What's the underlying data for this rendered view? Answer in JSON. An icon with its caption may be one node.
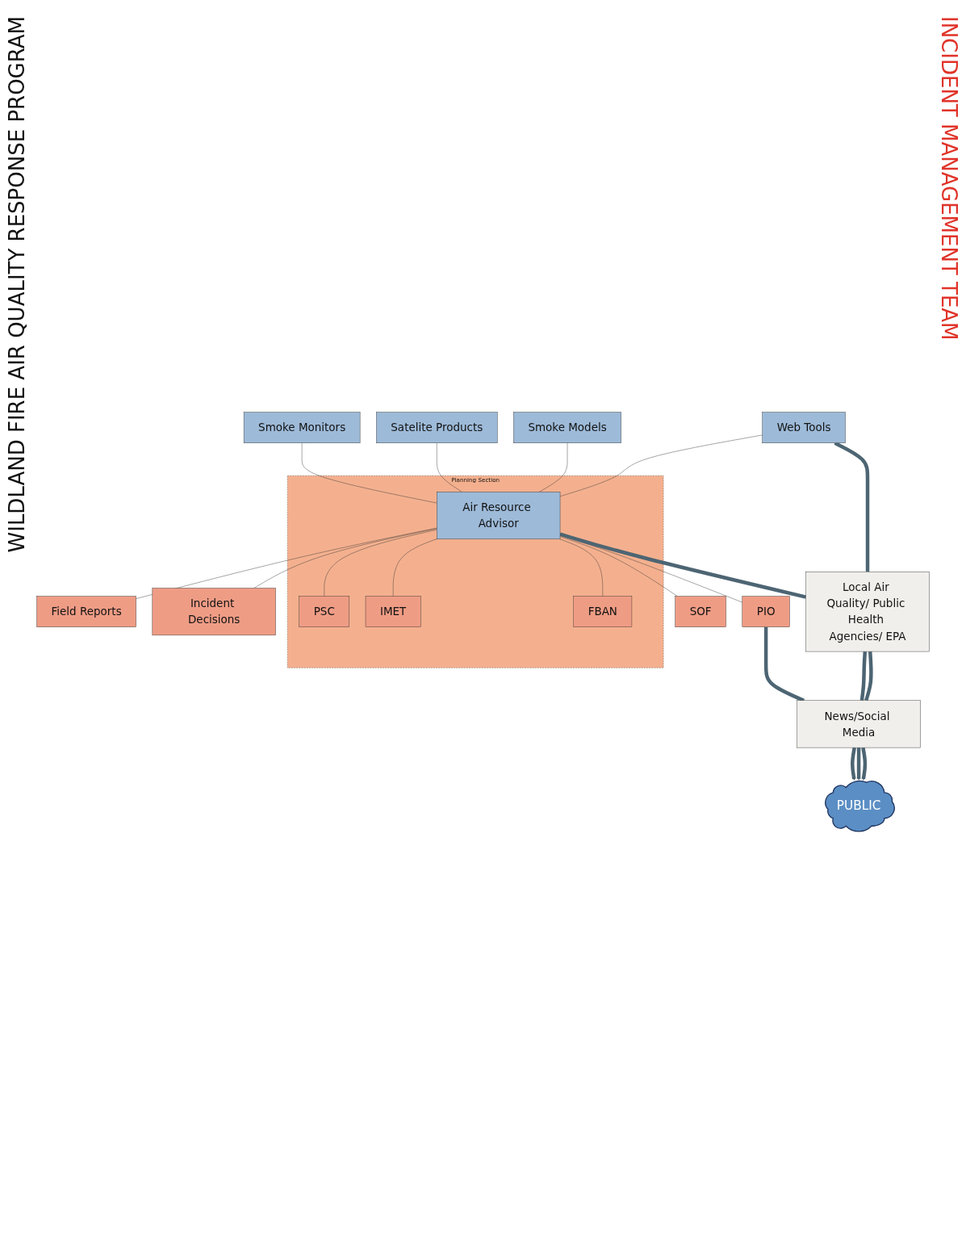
{
  "diagram": {
    "nodes": [
      {
        "text": [
          "Smoke Monitors"
        ]
      },
      {
        "text": [
          "Satelite Products"
        ]
      },
      {
        "text": [
          "Smoke Models"
        ]
      },
      {
        "text": [
          "Web Tools"
        ]
      },
      {
        "text": [
          "Field Reports"
        ]
      },
      {
        "text": [
          "Incident Decisions"
        ]
      },
      {
        "text": [
          "Planning Section"
        ]
      },
      {
        "text": [
          "Air Resource Advisor"
        ],
        "in": 6
      },
      {
        "text": [
          "PSC"
        ],
        "in": 6
      },
      {
        "text": [
          "IMET"
        ],
        "in": 6
      },
      {
        "text": [
          "FBAN"
        ],
        "in": 6
      },
      {
        "text": [
          "SOF"
        ]
      },
      {
        "text": [
          "PIO"
        ]
      },
      {
        "text": [
          "Local Air Quality/ Public Health Agencies/ EPA"
        ]
      },
      {
        "text": [
          "News/Social Media"
        ]
      },
      {
        "text": [
          "PUBLIC"
        ]
      }
    ],
    "edges": [
      {
        "from": 0,
        "to": 7,
        "arrow": "none"
      },
      {
        "from": 1,
        "to": 7,
        "arrow": "none"
      },
      {
        "from": 2,
        "to": 7,
        "arrow": "none"
      },
      {
        "from": 3,
        "to": 7,
        "arrow": "none"
      },
      {
        "from": 7,
        "to": 4,
        "arrow": "none"
      },
      {
        "from": 7,
        "to": 5,
        "arrow": "none"
      },
      {
        "from": 7,
        "to": 8,
        "arrow": "none"
      },
      {
        "from": 7,
        "to": 9,
        "arrow": "none"
      },
      {
        "from": 7,
        "to": 10,
        "arrow": "none"
      },
      {
        "from": 7,
        "to": 11,
        "arrow": "none"
      },
      {
        "from": 7,
        "to": 12,
        "arrow": "none"
      },
      {
        "from": 3,
        "to": 13,
        "arrow": "none",
        "style": "thick",
        "color": "#4d6573"
      },
      {
        "from": 7,
        "to": 13,
        "arrow": "none",
        "style": "thick",
        "color": "#4d6573"
      },
      {
        "from": 13,
        "to": 14,
        "arrow": "none",
        "style": "thick",
        "color": "#4d6573"
      },
      {
        "from": 13,
        "to": 14,
        "arrow": "none",
        "style": "thick",
        "color": "#4d6573"
      },
      {
        "from": 12,
        "to": 14,
        "arrow": "none",
        "style": "thick",
        "color": "#4d6573"
      },
      {
        "from": 14,
        "to": 15,
        "arrow": "to",
        "style": "thick",
        "color": "#4d6573"
      },
      {
        "from": 14,
        "to": 15,
        "arrow": "to",
        "style": "thick",
        "color": "#4d6573"
      },
      {
        "from": 14,
        "to": 15,
        "arrow": "to",
        "style": "thick",
        "color": "#4d6573"
      }
    ],
    "labels": [
      "WILDLAND FIRE AIR QUALITY RESPONSE PROGRAM",
      "INCIDENT MANAGEMENT TEAM"
    ]
  }
}
